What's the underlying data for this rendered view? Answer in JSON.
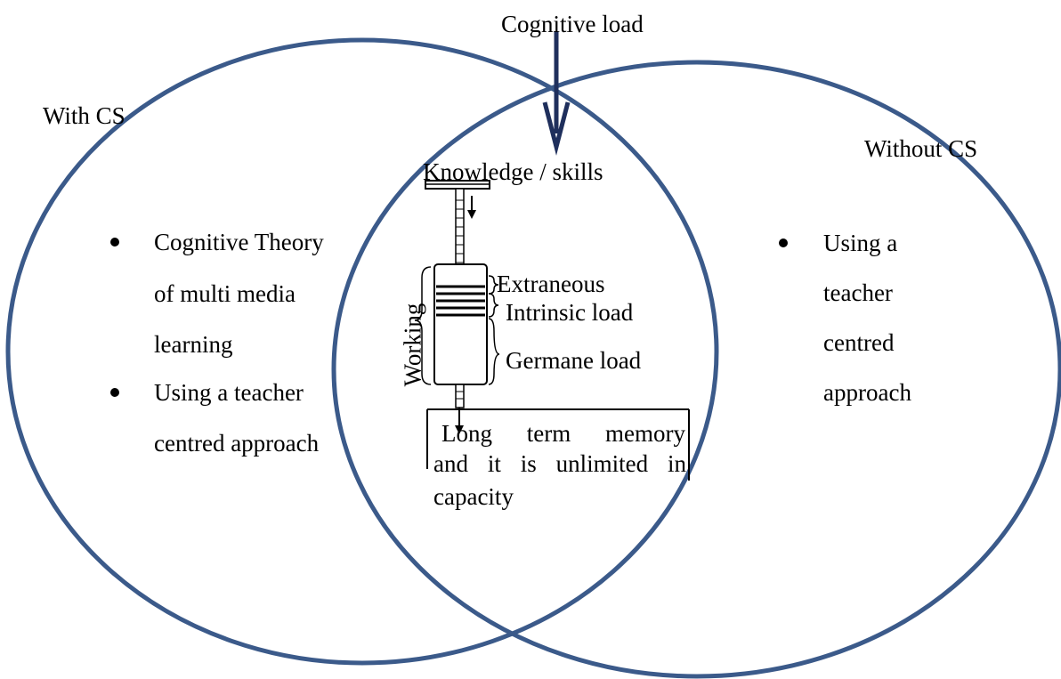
{
  "title": "Cognitive load",
  "left_circle": {
    "label": "With CS",
    "bullets": [
      [
        "Cognitive Theory",
        "of multi media",
        "learning"
      ],
      [
        "Using a teacher",
        "centred approach"
      ]
    ]
  },
  "right_circle": {
    "label": "Without CS",
    "bullets": [
      [
        "Using a",
        "teacher",
        "centred",
        "approach"
      ]
    ]
  },
  "center": {
    "knowledge_label": "Knowledge / skills",
    "working_label": "Working",
    "extraneous_label": "Extraneous",
    "intrinsic_label": "Intrinsic load",
    "germane_label": "Germane load",
    "ltm_lines": [
      "Long term memory",
      "and it is unlimited in",
      "capacity"
    ]
  },
  "colors": {
    "circle_stroke": "#3b5a8a",
    "arrow": "#1f2f5c",
    "text": "#000000"
  }
}
